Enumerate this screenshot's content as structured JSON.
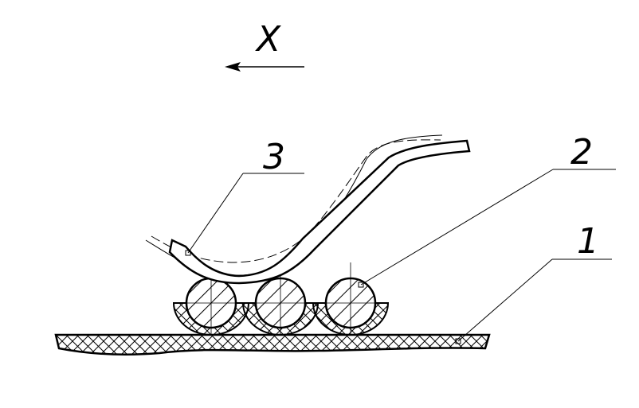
{
  "direction_label": "X",
  "callouts": [
    {
      "id": "base",
      "label": "1"
    },
    {
      "id": "rollers",
      "label": "2"
    },
    {
      "id": "curved-plate",
      "label": "3"
    }
  ],
  "colors": {
    "line": "#000000",
    "background": "#ffffff"
  }
}
